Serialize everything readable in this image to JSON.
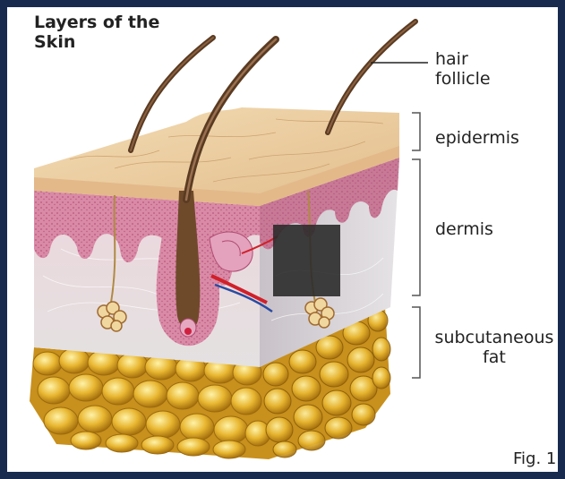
{
  "figure": {
    "title": "Layers of the Skin",
    "figure_label": "Fig. 1"
  },
  "labels": {
    "hair_follicle": "hair follicle",
    "epidermis": "epidermis",
    "dermis": "dermis",
    "subcutaneous_fat": "subcutaneous fat"
  },
  "colors": {
    "frame": "#182a4e",
    "epidermis": "#e9c99c",
    "dermis_papillae": "#d98aa6",
    "dermis_body": "#e6e2e2",
    "fat": "#e8b630",
    "hair": "#5a3b22",
    "redaction_box": "#2b2b2b"
  }
}
